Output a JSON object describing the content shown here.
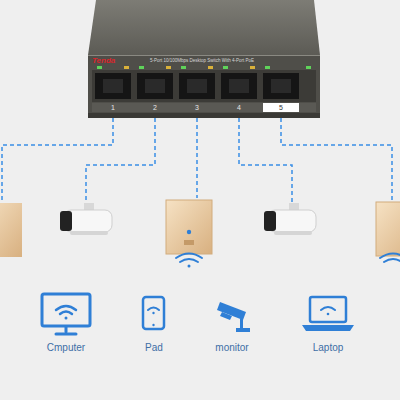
{
  "diagram": {
    "nodes": [
      {
        "text": [
          "Tenda",
          "5-Port 10/100Mbps Desktop Switch With 4-Port PoE"
        ]
      },
      {
        "text": [
          "Cmputer"
        ]
      },
      {
        "text": [
          "Pad"
        ]
      },
      {
        "text": [
          "monitor"
        ]
      },
      {
        "text": [
          "Laptop"
        ]
      }
    ],
    "labels": [
      "1",
      "2",
      "3",
      "4",
      "5"
    ]
  }
}
